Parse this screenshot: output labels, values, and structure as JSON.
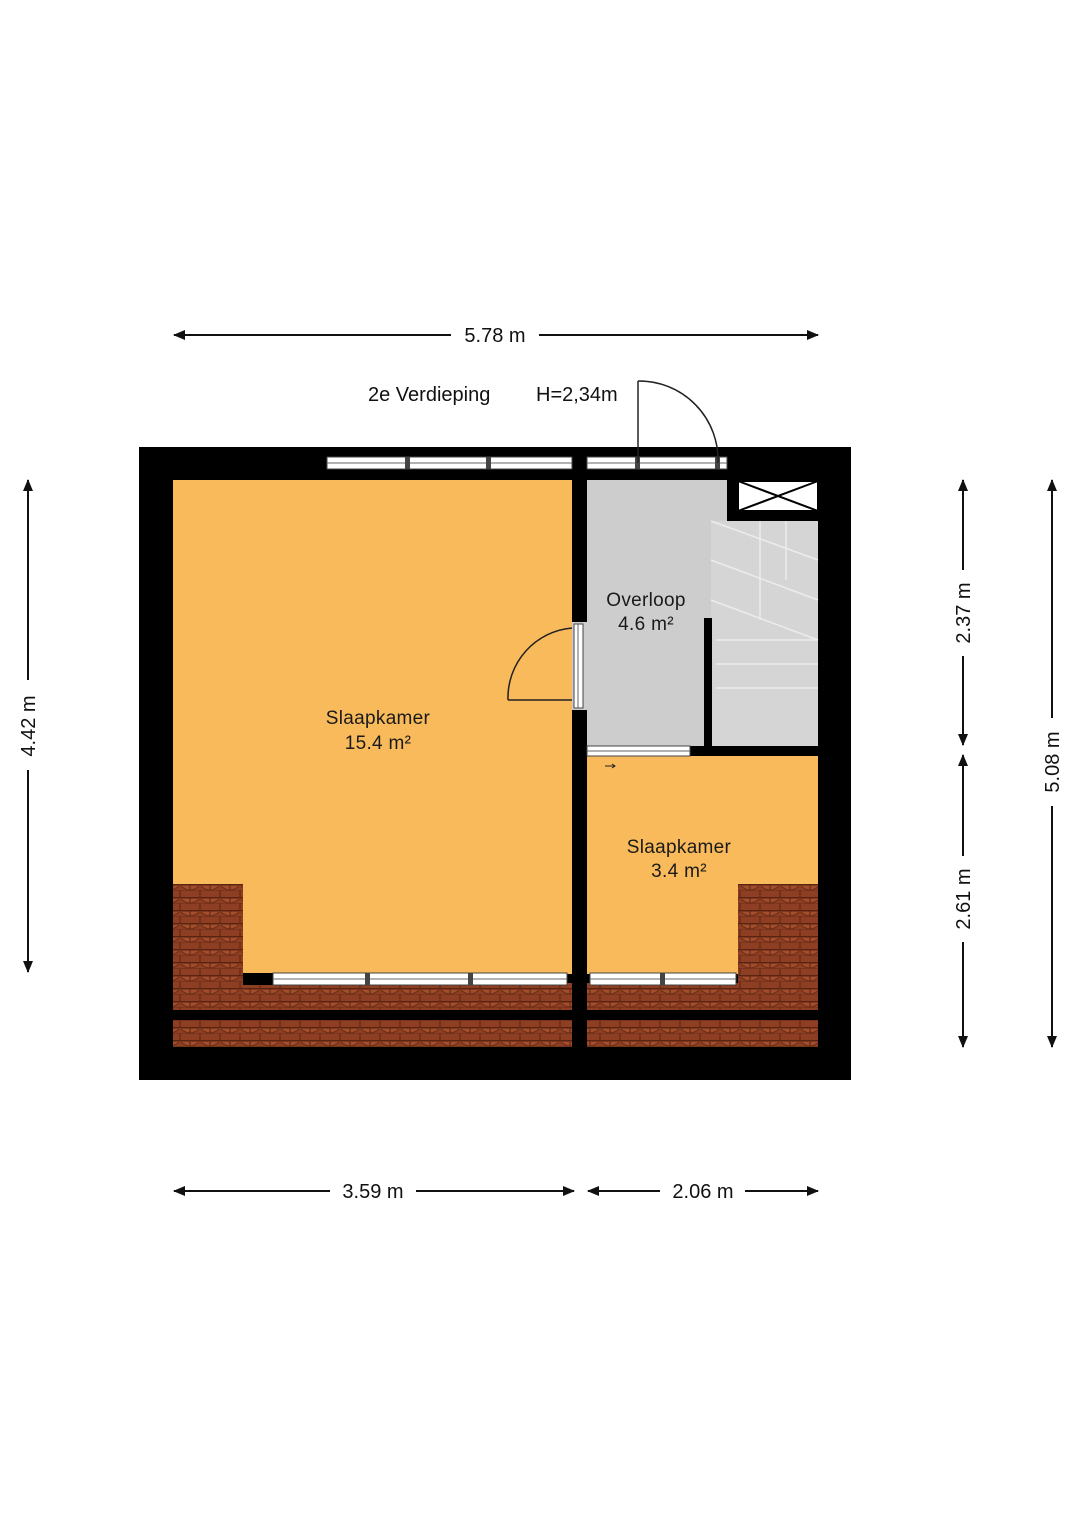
{
  "floor": {
    "name": "2e Verdieping",
    "height": "H=2,34m"
  },
  "rooms": [
    {
      "name": "Slaapkamer",
      "area": "15.4 m²",
      "color": "#F8BA5B"
    },
    {
      "name": "Overloop",
      "area": "4.6 m²",
      "color": "#CDCDCD"
    },
    {
      "name": "Slaapkamer",
      "area": "3.4 m²",
      "color": "#F8BA5B"
    }
  ],
  "dimensions": {
    "top_width": "5.78 m",
    "left_height": "4.42 m",
    "right_upper": "2.37 m",
    "right_lower": "2.61 m",
    "right_total": "5.08 m",
    "bottom_left": "3.59 m",
    "bottom_right": "2.06 m"
  },
  "colors": {
    "wall": "#000000",
    "roof_tile": "#8E3E22",
    "stair": "#D7D7D7"
  }
}
